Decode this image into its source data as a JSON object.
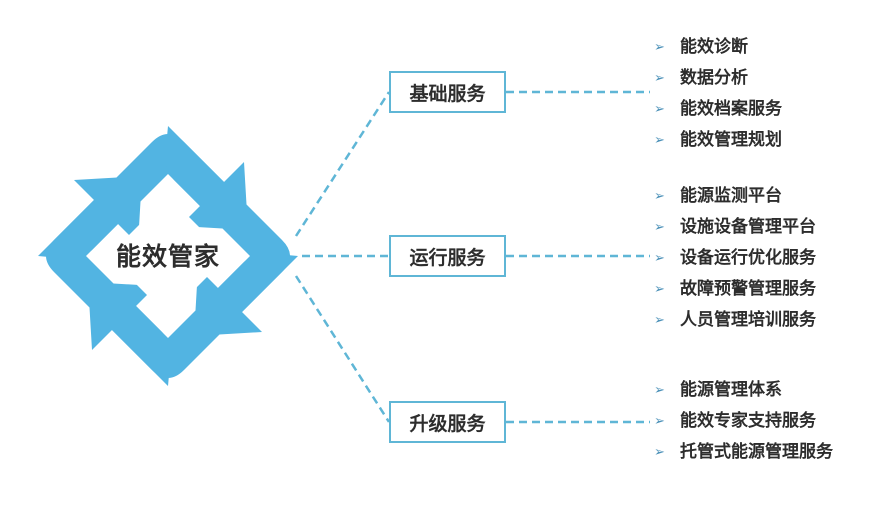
{
  "center": {
    "label": "能效管家"
  },
  "colors": {
    "cycle_arrow": "#52b4e2",
    "connector": "#5fb6d6",
    "box_border": "#5fb6d6",
    "bullet": "#4a90b8",
    "text": "#2d2d2d"
  },
  "bullet_icon": "triangle-right-icon",
  "branches": [
    {
      "label": "基础服务",
      "items": [
        "能效诊断",
        "数据分析",
        "能效档案服务",
        "能效管理规划"
      ]
    },
    {
      "label": "运行服务",
      "items": [
        "能源监测平台",
        "设施设备管理平台",
        "设备运行优化服务",
        "故障预警管理服务",
        "人员管理培训服务"
      ]
    },
    {
      "label": "升级服务",
      "items": [
        "能源管理体系",
        "能效专家支持服务",
        "托管式能源管理服务"
      ]
    }
  ]
}
